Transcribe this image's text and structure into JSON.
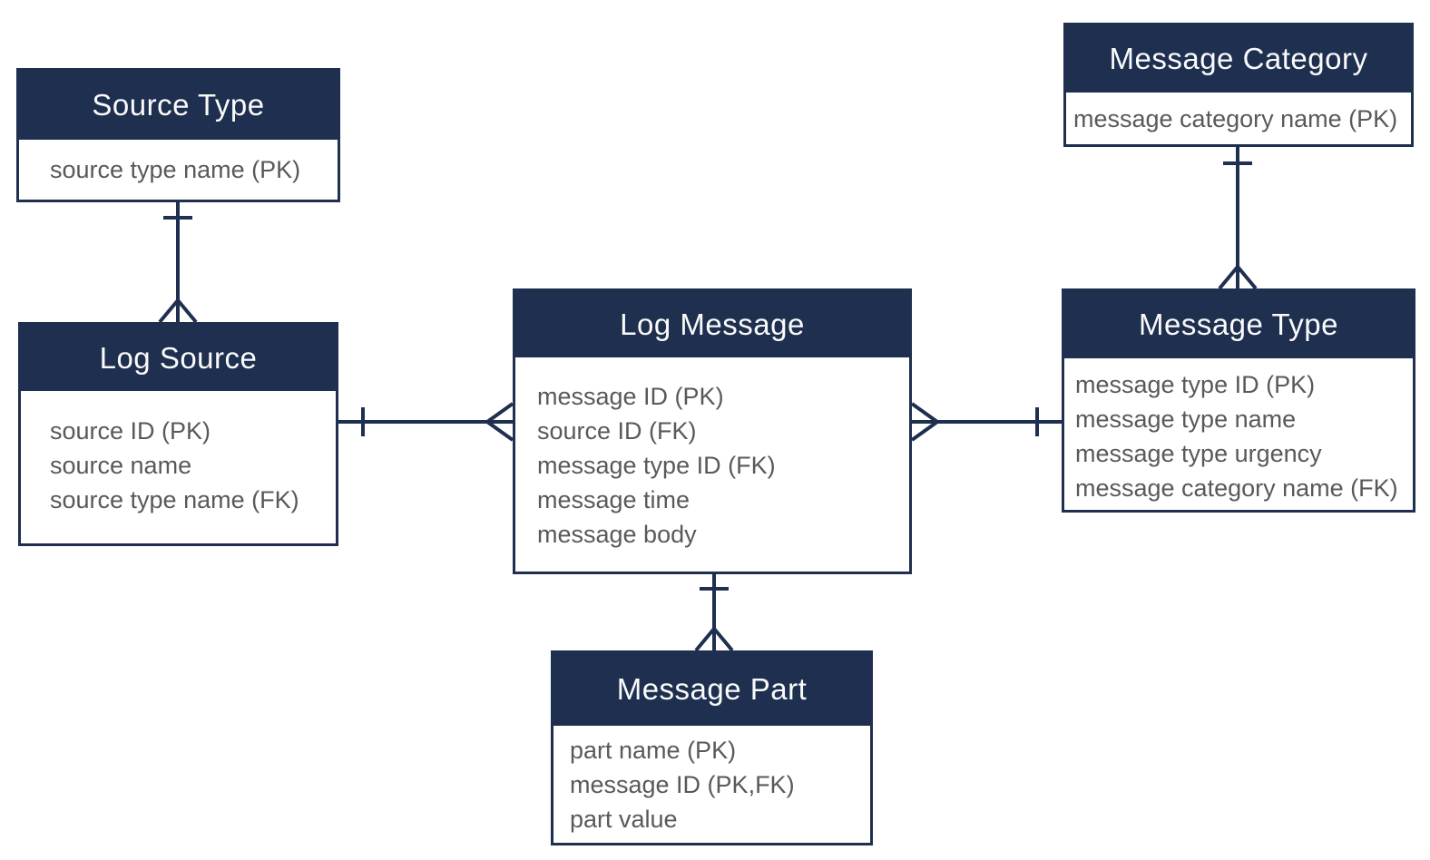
{
  "diagram": {
    "type": "entity-relationship-diagram",
    "notation": "crows-foot",
    "colors": {
      "header_bg": "#1e2f4f",
      "header_text": "#fafafa",
      "body_bg": "#ffffff",
      "body_text": "#595959",
      "line": "#1e2f4f",
      "page_bg": "#ffffff"
    },
    "entities": [
      {
        "name": "Source Type",
        "fields": [
          "source type name (PK)"
        ]
      },
      {
        "name": "Log Source",
        "fields": [
          "source ID (PK)",
          "source name",
          "source type name (FK)"
        ]
      },
      {
        "name": "Log Message",
        "fields": [
          "message ID (PK)",
          "source ID (FK)",
          "message type ID (FK)",
          "message time",
          "message body"
        ]
      },
      {
        "name": "Message Category",
        "fields": [
          "message category name (PK)"
        ]
      },
      {
        "name": "Message Type",
        "fields": [
          "message type ID (PK)",
          "message type name",
          "message type urgency",
          "message category name (FK)"
        ]
      },
      {
        "name": "Message Part",
        "fields": [
          "part name (PK)",
          "message ID (PK,FK)",
          "part value"
        ]
      }
    ],
    "relationships": [
      {
        "from": "Source Type",
        "from_cardinality": "one",
        "to": "Log Source",
        "to_cardinality": "many"
      },
      {
        "from": "Log Source",
        "from_cardinality": "one",
        "to": "Log Message",
        "to_cardinality": "many"
      },
      {
        "from": "Message Type",
        "from_cardinality": "one",
        "to": "Log Message",
        "to_cardinality": "many"
      },
      {
        "from": "Message Category",
        "from_cardinality": "one",
        "to": "Message Type",
        "to_cardinality": "many"
      },
      {
        "from": "Log Message",
        "from_cardinality": "one",
        "to": "Message Part",
        "to_cardinality": "many"
      }
    ]
  }
}
